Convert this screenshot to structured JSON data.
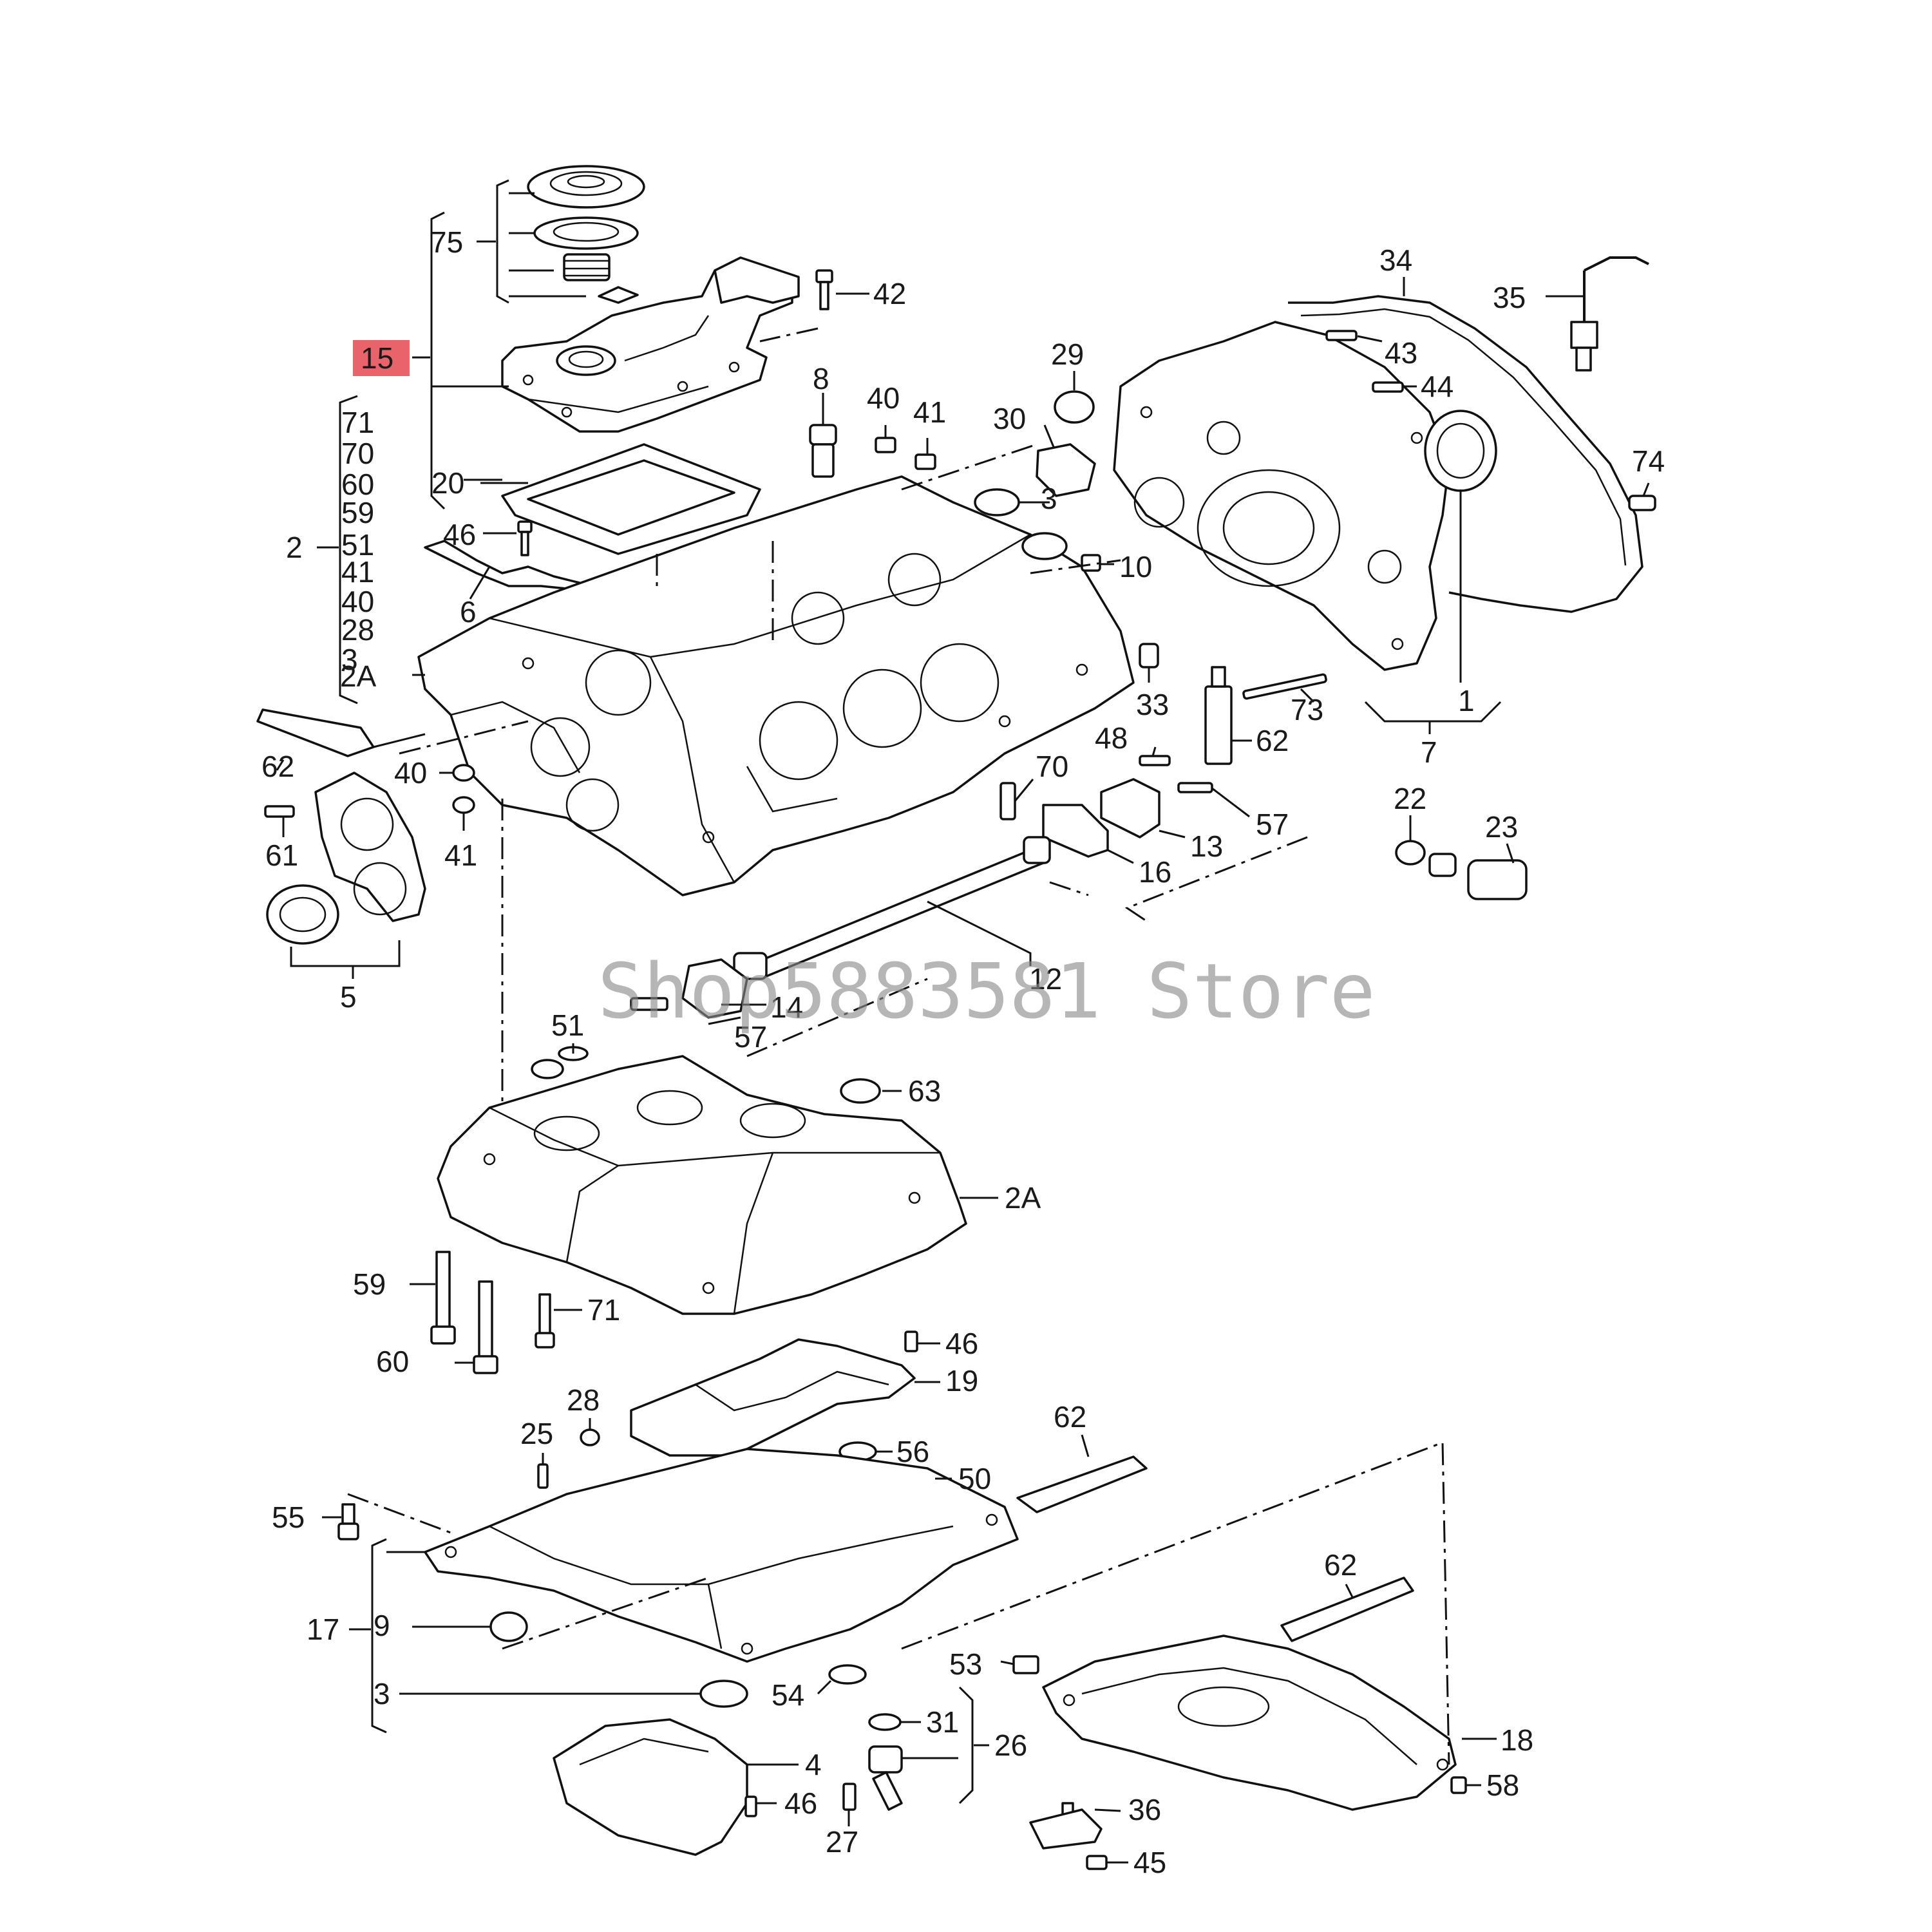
{
  "diagram": {
    "highlight_color": "#e8646a",
    "line_color": "#111111",
    "callouts": {
      "c75": "75",
      "c15": "15",
      "c42": "42",
      "c8": "8",
      "c40a": "40",
      "c41a": "41",
      "c20": "20",
      "c46a": "46",
      "c6": "6",
      "c71": "71",
      "c70a": "70",
      "c60a": "60",
      "c59a": "59",
      "c51a": "51",
      "c41b": "41",
      "c40b": "40",
      "c28a": "28",
      "c3a": "3",
      "c2": "2",
      "c2Aa": "2A",
      "c62a": "62",
      "c40c": "40",
      "c41c": "41",
      "c61": "61",
      "c5": "5",
      "c34": "34",
      "c35": "35",
      "c43": "43",
      "c44": "44",
      "c29": "29",
      "c30": "30",
      "c3b": "3",
      "c10": "10",
      "c74": "74",
      "c33": "33",
      "c62b": "62",
      "c73": "73",
      "c1": "1",
      "c7": "7",
      "c48": "48",
      "c70b": "70",
      "c57a": "57",
      "c13": "13",
      "c16": "16",
      "c22": "22",
      "c23": "23",
      "c12": "12",
      "c14": "14",
      "c57b": "57",
      "c51b": "51",
      "c63": "63",
      "c2Ab": "2A",
      "c59b": "59",
      "c60b": "60",
      "c71b": "71",
      "c46b": "46",
      "c19": "19",
      "c28b": "28",
      "c56": "56",
      "c25": "25",
      "c50": "50",
      "c62c": "62",
      "c55": "55",
      "c17": "17",
      "c9": "9",
      "c3c": "3",
      "c54": "54",
      "c62d": "62",
      "c53": "53",
      "c31": "31",
      "c26": "26",
      "c18": "18",
      "c4": "4",
      "c46c": "46",
      "c27": "27",
      "c36": "36",
      "c58": "58",
      "c45": "45"
    }
  },
  "watermark": {
    "text": "Shop5883581 Store"
  }
}
